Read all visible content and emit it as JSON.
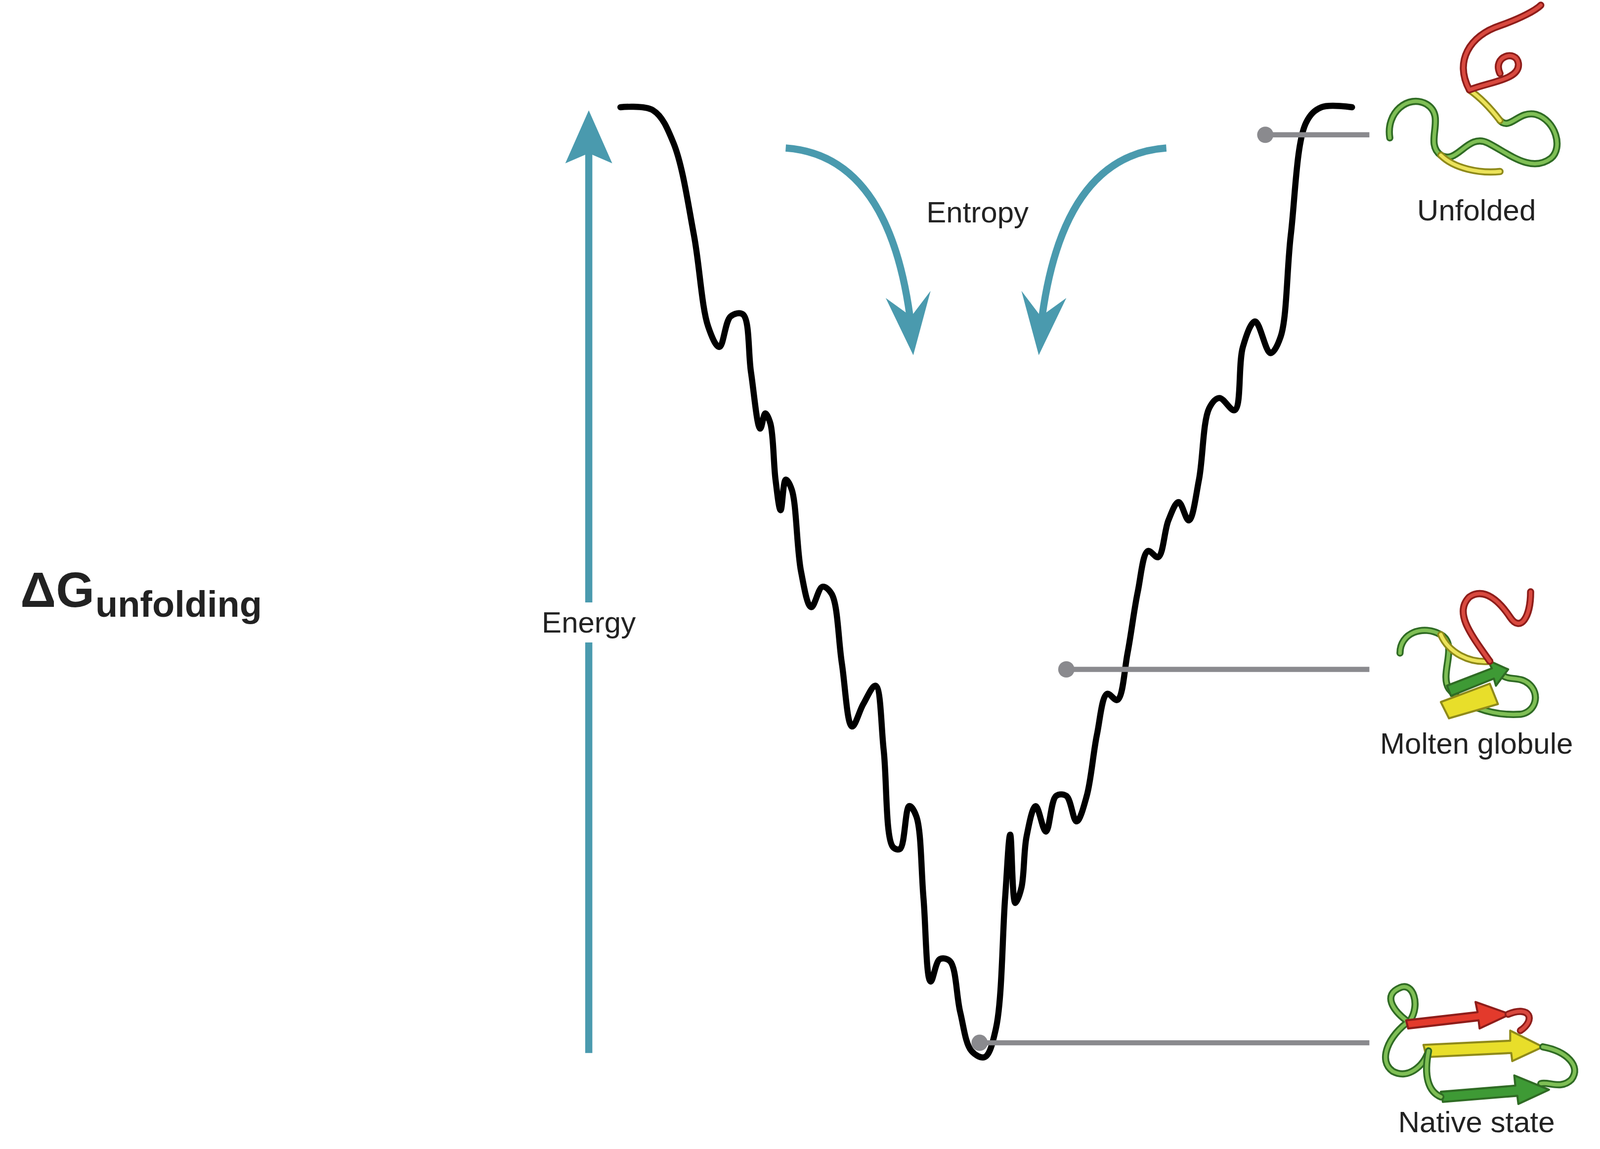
{
  "diagram": {
    "labels": [
      "ΔG",
      "unfolding",
      "Energy",
      "Entropy",
      "Unfolded",
      "Molten globule",
      "Native state"
    ]
  }
}
